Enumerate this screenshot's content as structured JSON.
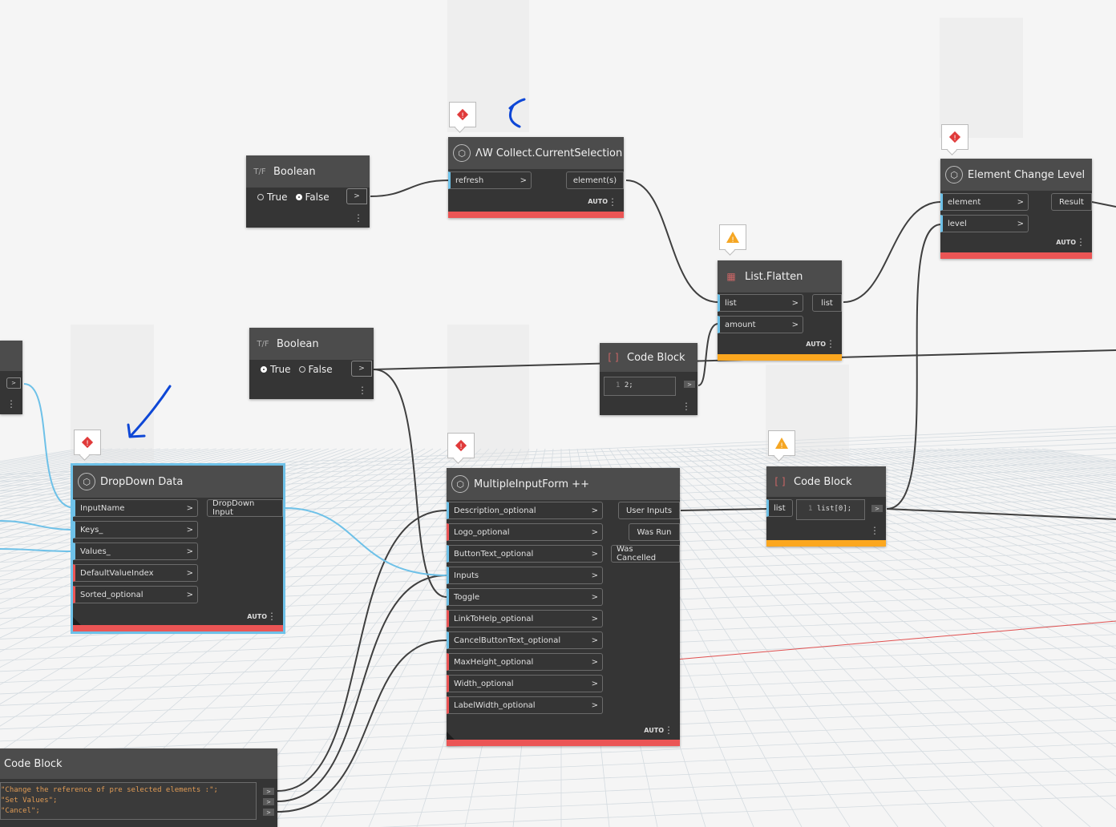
{
  "nodes": {
    "boolean_top": {
      "title": "Boolean",
      "icon": "T/F",
      "true_label": "True",
      "false_label": "False",
      "selected": "False",
      "output": ">"
    },
    "collect_selection": {
      "title": "ΛW Collect.CurrentSelection",
      "inputs": [
        "refresh"
      ],
      "outputs": [
        "element(s)"
      ],
      "lacing": "AUTO"
    },
    "element_change_level": {
      "title": "Element Change Level",
      "inputs": [
        "element",
        "level"
      ],
      "outputs": [
        "Result"
      ],
      "lacing": "AUTO"
    },
    "list_flatten": {
      "title": "List.Flatten",
      "inputs": [
        "list",
        "amount"
      ],
      "outputs": [
        "list"
      ],
      "lacing": "AUTO"
    },
    "boolean_mid": {
      "title": "Boolean",
      "icon": "T/F",
      "true_label": "True",
      "false_label": "False",
      "selected": "True",
      "output": ">"
    },
    "code_block_mid": {
      "title": "Code Block",
      "line_no": "1",
      "code": "2;"
    },
    "dropdown_data": {
      "title": "DropDown Data",
      "inputs": [
        "InputName",
        "Keys_",
        "Values_",
        "DefaultValueIndex",
        "Sorted_optional"
      ],
      "outputs": [
        "DropDown Input"
      ],
      "lacing": "AUTO"
    },
    "multiple_input_form": {
      "title": "MultipleInputForm ++",
      "inputs": [
        "Description_optional",
        "Logo_optional",
        "ButtonText_optional",
        "Inputs",
        "Toggle",
        "LinkToHelp_optional",
        "CancelButtonText_optional",
        "MaxHeight_optional",
        "Width_optional",
        "LabelWidth_optional"
      ],
      "outputs": [
        "User Inputs",
        "Was Run",
        "Was Cancelled"
      ],
      "lacing": "AUTO"
    },
    "code_block_right": {
      "title": "Code Block",
      "input": "list",
      "line_no": "1",
      "code": "list[0];"
    },
    "code_block_bottom": {
      "title": "Code Block",
      "lines": [
        "\"Change the reference of pre selected elements :\";",
        "\"Set Values\";",
        "\"Cancel\";"
      ]
    }
  },
  "colors": {
    "canvas": "#f5f5f5",
    "grid": "#d6dde2",
    "node_body": "#353535",
    "node_header": "#4c4c4c",
    "error": "#eb5555",
    "warning": "#fca71f",
    "wire": "#3f3f3f",
    "selected_wire": "#6ec1e8",
    "annotation": "#0e47d6"
  },
  "icons": {
    "error_badge": "error-diamond-icon",
    "warning_badge": "warning-triangle-icon",
    "node_menu": "vertical-dots-icon"
  }
}
